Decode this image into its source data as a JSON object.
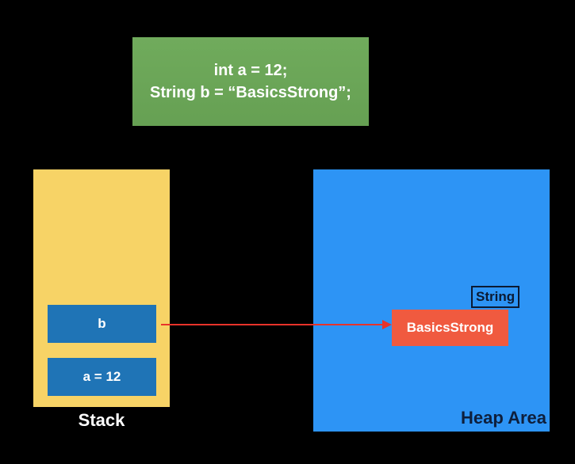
{
  "code": {
    "line1": "int a = 12;",
    "line2": "String b = “BasicsStrong”;"
  },
  "stack": {
    "label": "Stack",
    "cells": [
      {
        "label": "b"
      },
      {
        "label": "a = 12"
      }
    ]
  },
  "heap": {
    "label": "Heap Area",
    "type_tag": "String",
    "object_label": "BasicsStrong"
  },
  "colors": {
    "background": "#000000",
    "code_box": "#6aa557",
    "stack": "#f7d366",
    "stack_cell": "#1f74b6",
    "heap": "#2d94f5",
    "object": "#f05a3f",
    "arrow": "#e8332a"
  }
}
